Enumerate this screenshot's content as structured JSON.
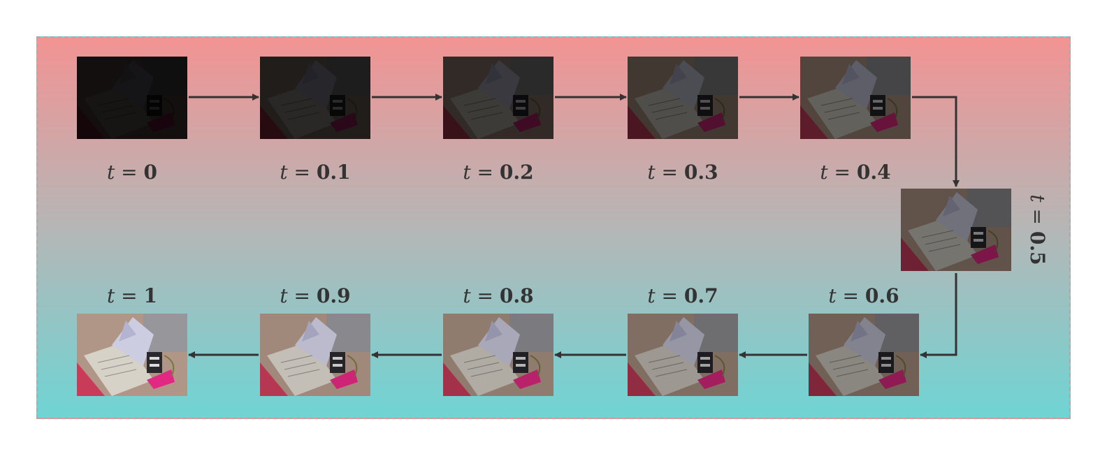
{
  "diagram": {
    "variable": "t",
    "frames": [
      {
        "id": "f0",
        "t": "0",
        "level": 0.1
      },
      {
        "id": "f1",
        "t": "0.1",
        "level": 0.19
      },
      {
        "id": "f2",
        "t": "0.2",
        "level": 0.28
      },
      {
        "id": "f3",
        "t": "0.3",
        "level": 0.37
      },
      {
        "id": "f4",
        "t": "0.4",
        "level": 0.46
      },
      {
        "id": "f5",
        "t": "0.5",
        "level": 0.55
      },
      {
        "id": "f6",
        "t": "0.6",
        "level": 0.64
      },
      {
        "id": "f7",
        "t": "0.7",
        "level": 0.73
      },
      {
        "id": "f8",
        "t": "0.8",
        "level": 0.82
      },
      {
        "id": "f9",
        "t": "0.9",
        "level": 0.91
      },
      {
        "id": "f10",
        "t": "1",
        "level": 1.0
      }
    ],
    "links": [
      [
        "f0",
        "f1"
      ],
      [
        "f1",
        "f2"
      ],
      [
        "f2",
        "f3"
      ],
      [
        "f3",
        "f4"
      ],
      [
        "f4",
        "f5"
      ],
      [
        "f5",
        "f6"
      ],
      [
        "f6",
        "f7"
      ],
      [
        "f7",
        "f8"
      ],
      [
        "f8",
        "f9"
      ],
      [
        "f9",
        "f10"
      ]
    ],
    "colors": {
      "top": "#f29393",
      "middle": "#b6b6b6",
      "bottom": "#6fd4d4",
      "arrow": "#333333",
      "border": "#aaaaaa"
    }
  }
}
